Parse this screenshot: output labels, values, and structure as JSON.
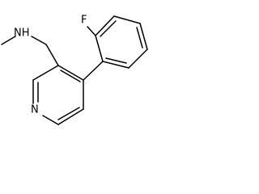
{
  "atoms": {
    "nh_label": "NH",
    "f_label": "F",
    "n_label": "N"
  },
  "colors": {
    "bond": "#000000",
    "label": "#000000",
    "background": "#ffffff"
  }
}
